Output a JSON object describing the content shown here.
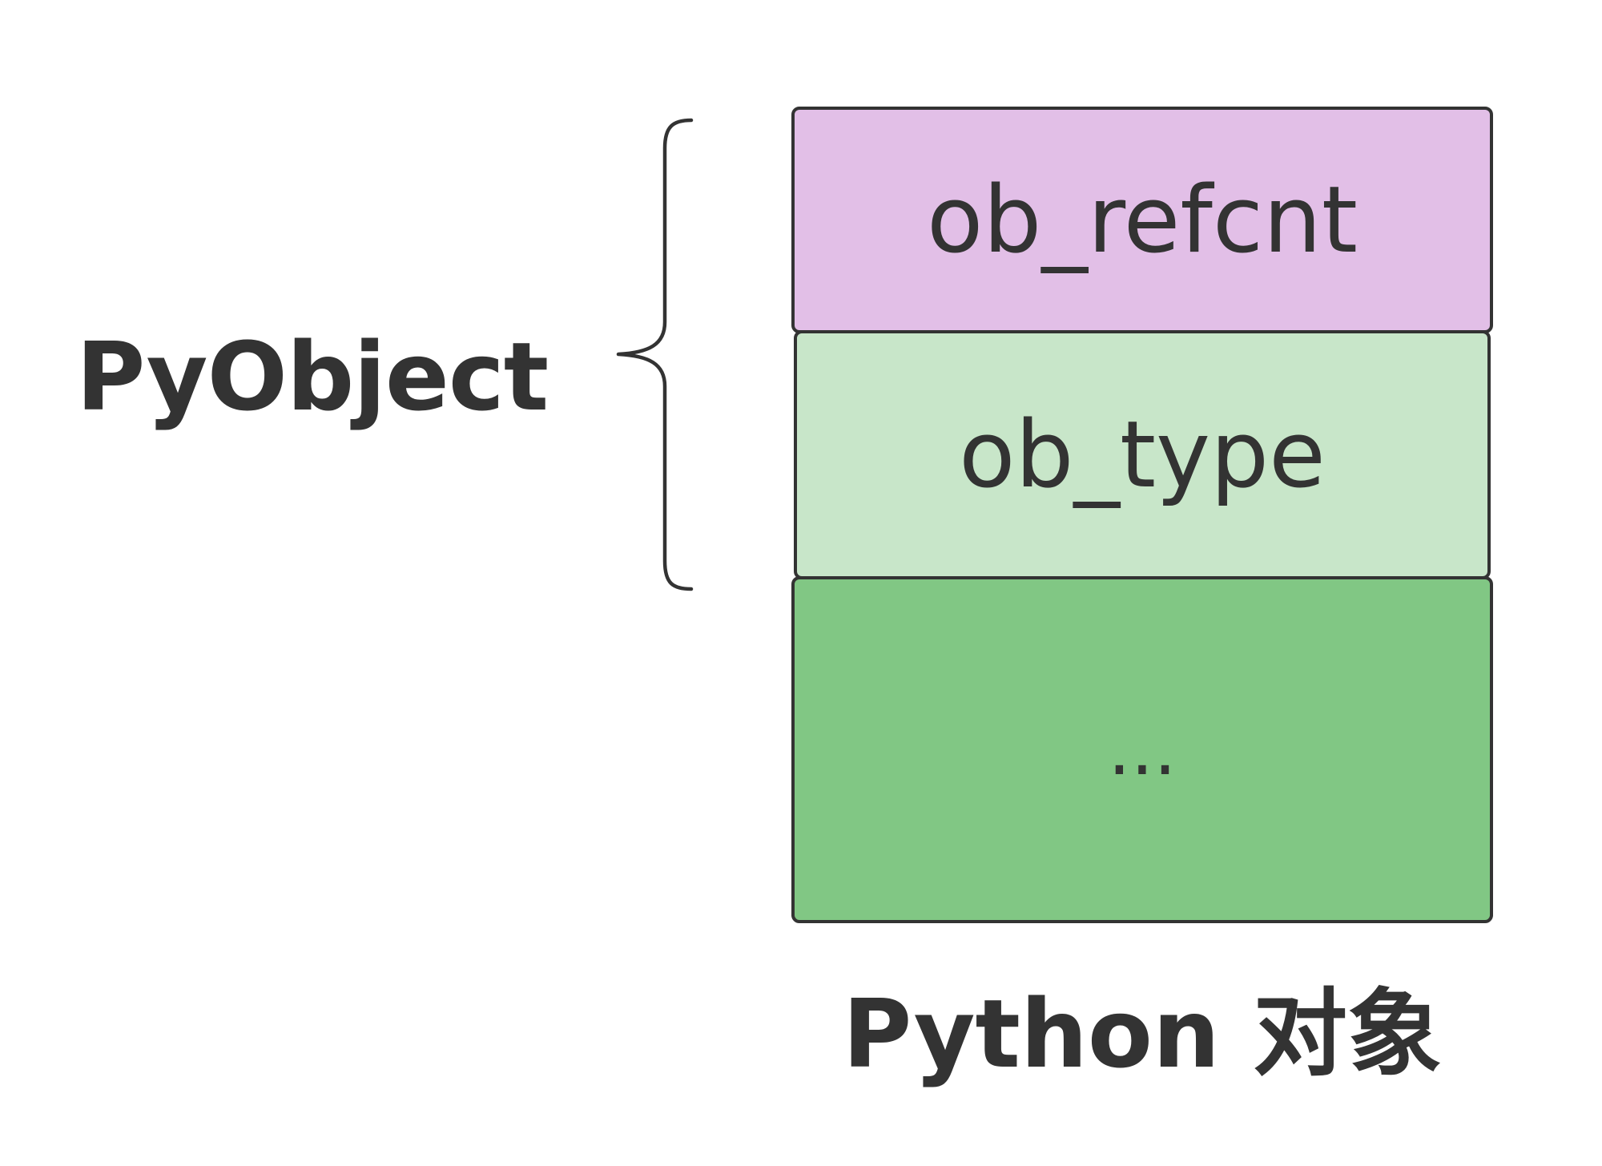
{
  "diagram": {
    "group_label": "PyObject",
    "cells": [
      {
        "label": "ob_refcnt",
        "color": "#e2bfe7"
      },
      {
        "label": "ob_type",
        "color": "#c8e6c9"
      },
      {
        "label": "...",
        "color": "#81c784"
      }
    ],
    "caption": "Python 对象",
    "colors": {
      "stroke": "#333333",
      "text": "#333333",
      "background": "#ffffff"
    }
  }
}
